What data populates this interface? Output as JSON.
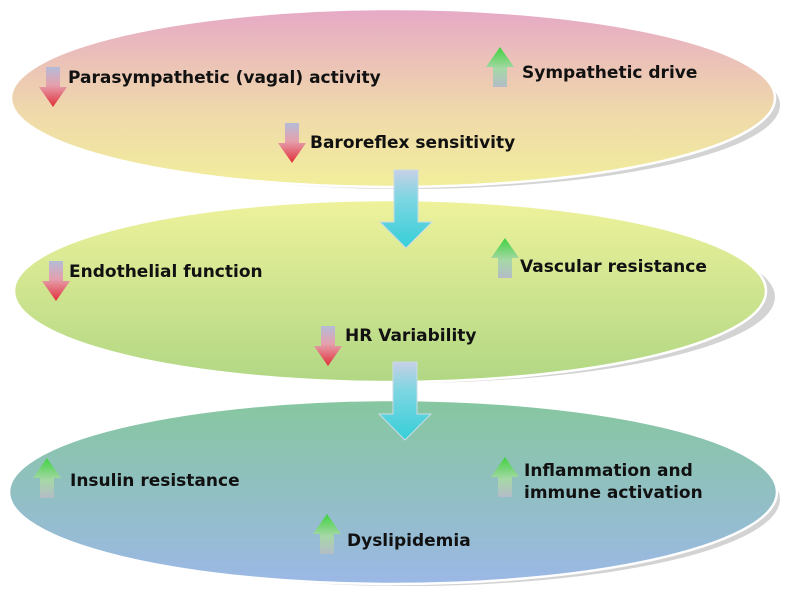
{
  "layers": [
    {
      "items": [
        {
          "text": "Parasympathetic (vagal) activity",
          "direction": "decrease"
        },
        {
          "text": "Sympathetic drive",
          "direction": "increase"
        },
        {
          "text": "Baroreflex sensitivity",
          "direction": "decrease"
        }
      ]
    },
    {
      "items": [
        {
          "text": "Endothelial function",
          "direction": "decrease"
        },
        {
          "text": "Vascular resistance",
          "direction": "increase"
        },
        {
          "text": "HR Variability",
          "direction": "decrease"
        }
      ]
    },
    {
      "items": [
        {
          "text": "Insulin resistance",
          "direction": "increase"
        },
        {
          "text": "Inflammation and immune activation",
          "direction": "increase"
        },
        {
          "text": "Dyslipidemia",
          "direction": "increase"
        }
      ]
    }
  ],
  "colors": {
    "increase_arrow": "#3fd13f",
    "decrease_arrow": "#e0303a",
    "flow_arrow": "#3fcfd8"
  }
}
